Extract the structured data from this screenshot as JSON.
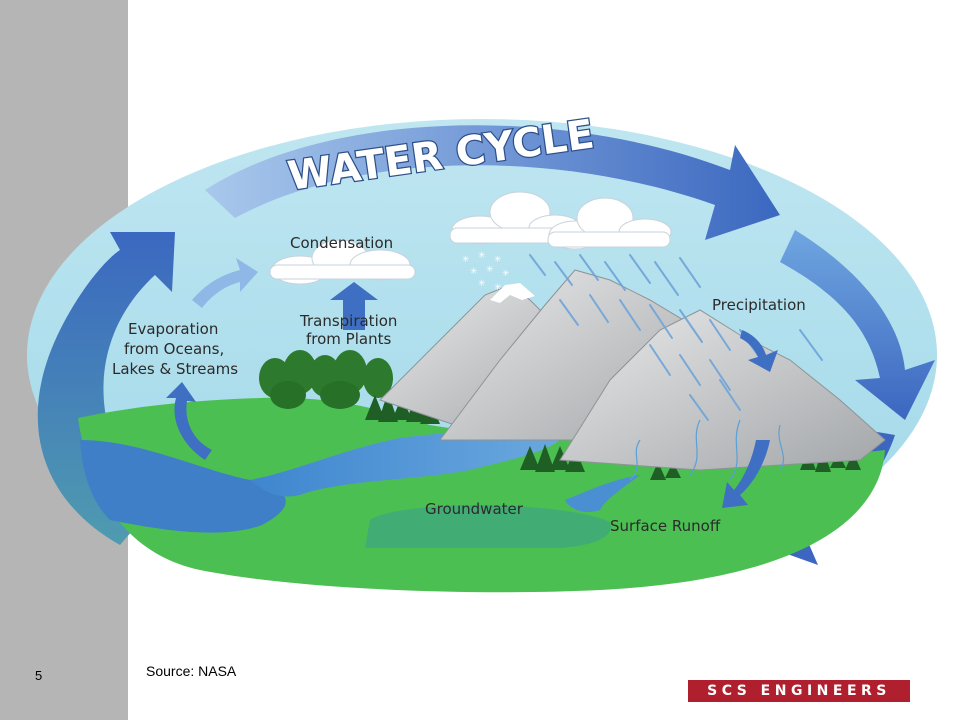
{
  "slide": {
    "page_number": "5",
    "source": "Source: NASA",
    "logo_text": "SCS ENGINEERS"
  },
  "diagram": {
    "title": "WATER CYCLE",
    "labels": {
      "condensation": "Condensation",
      "transpiration_line1": "Transpiration",
      "transpiration_line2": "from Plants",
      "evaporation_line1": "Evaporation",
      "evaporation_line2": "from Oceans,",
      "evaporation_line3": "Lakes & Streams",
      "precipitation": "Precipitation",
      "groundwater": "Groundwater",
      "surface_runoff": "Surface Runoff"
    },
    "colors": {
      "sky": "#a9dcea",
      "ground": "#4cbf53",
      "water": "#4a8fd1",
      "arrow": "#3f6fc2",
      "mountain": "#c9cbcd",
      "tree": "#2d7a2e"
    }
  }
}
